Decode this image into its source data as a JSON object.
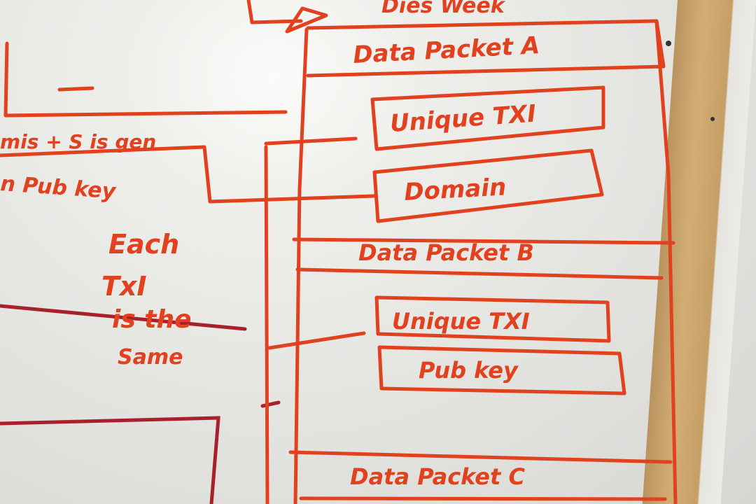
{
  "image": {
    "description_alt": "Whiteboard sketch",
    "colors": {
      "marker": "#e2411f",
      "marker_dark": "#a8202c",
      "board": "#eeeeeb",
      "frame": "#c8a26a"
    }
  },
  "labels": {
    "top_cut": "Dies Week",
    "left_line1": "mis + S is gen",
    "left_line2": "n Pub key",
    "note_line1": "Each",
    "note_line2": "TxI",
    "note_line3": "is the",
    "note_line4": "Same"
  },
  "packets": [
    {
      "title": "Data Packet A",
      "fields": [
        "Unique TXI",
        "Domain"
      ]
    },
    {
      "title": "Data Packet B",
      "fields": [
        "Unique TXI",
        "Pub key"
      ]
    },
    {
      "title": "Data Packet C",
      "fields": []
    }
  ]
}
